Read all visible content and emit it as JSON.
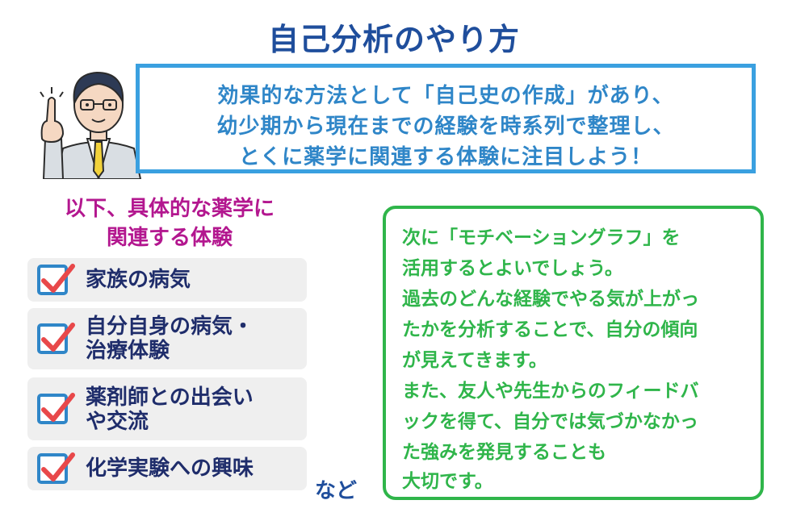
{
  "title": "自己分析のやり方",
  "speech": [
    "効果的な方法として「自己史の作成」があり、",
    "幼少期から現在までの経験を時系列で整理し、",
    "とくに薬学に関連する体験に注目しよう！"
  ],
  "left_heading": [
    "以下、具体的な薬学に",
    "関連する体験"
  ],
  "items": [
    {
      "lines": [
        "家族の病気"
      ]
    },
    {
      "lines": [
        "自分自身の病気・",
        "治療体験"
      ]
    },
    {
      "lines": [
        "薬剤師との出会い",
        "や交流"
      ]
    },
    {
      "lines": [
        "化学実験への興味"
      ]
    }
  ],
  "nado": "など",
  "right_box": [
    "次に「モチベーショングラフ」を",
    "活用するとよいでしょう。",
    "過去のどんな経験でやる気が上がっ",
    "たかを分析することで、自分の傾向",
    "が見えてきます。",
    "また、友人や先生からのフィードバ",
    "ックを得て、自分では気づかなかっ",
    "た強みを発見することも",
    "大切です。"
  ],
  "colors": {
    "title": "#1f4e9c",
    "speech_border": "#3aa0e0",
    "speech_text": "#2f86c8",
    "heading": "#b3178f",
    "item_bg": "#efefef",
    "checkbox_border": "#2f86c8",
    "check_mark": "#e8484a",
    "green": "#2fb54a"
  },
  "icons": [
    "teacher-illustration",
    "checkbox-check-icon"
  ]
}
